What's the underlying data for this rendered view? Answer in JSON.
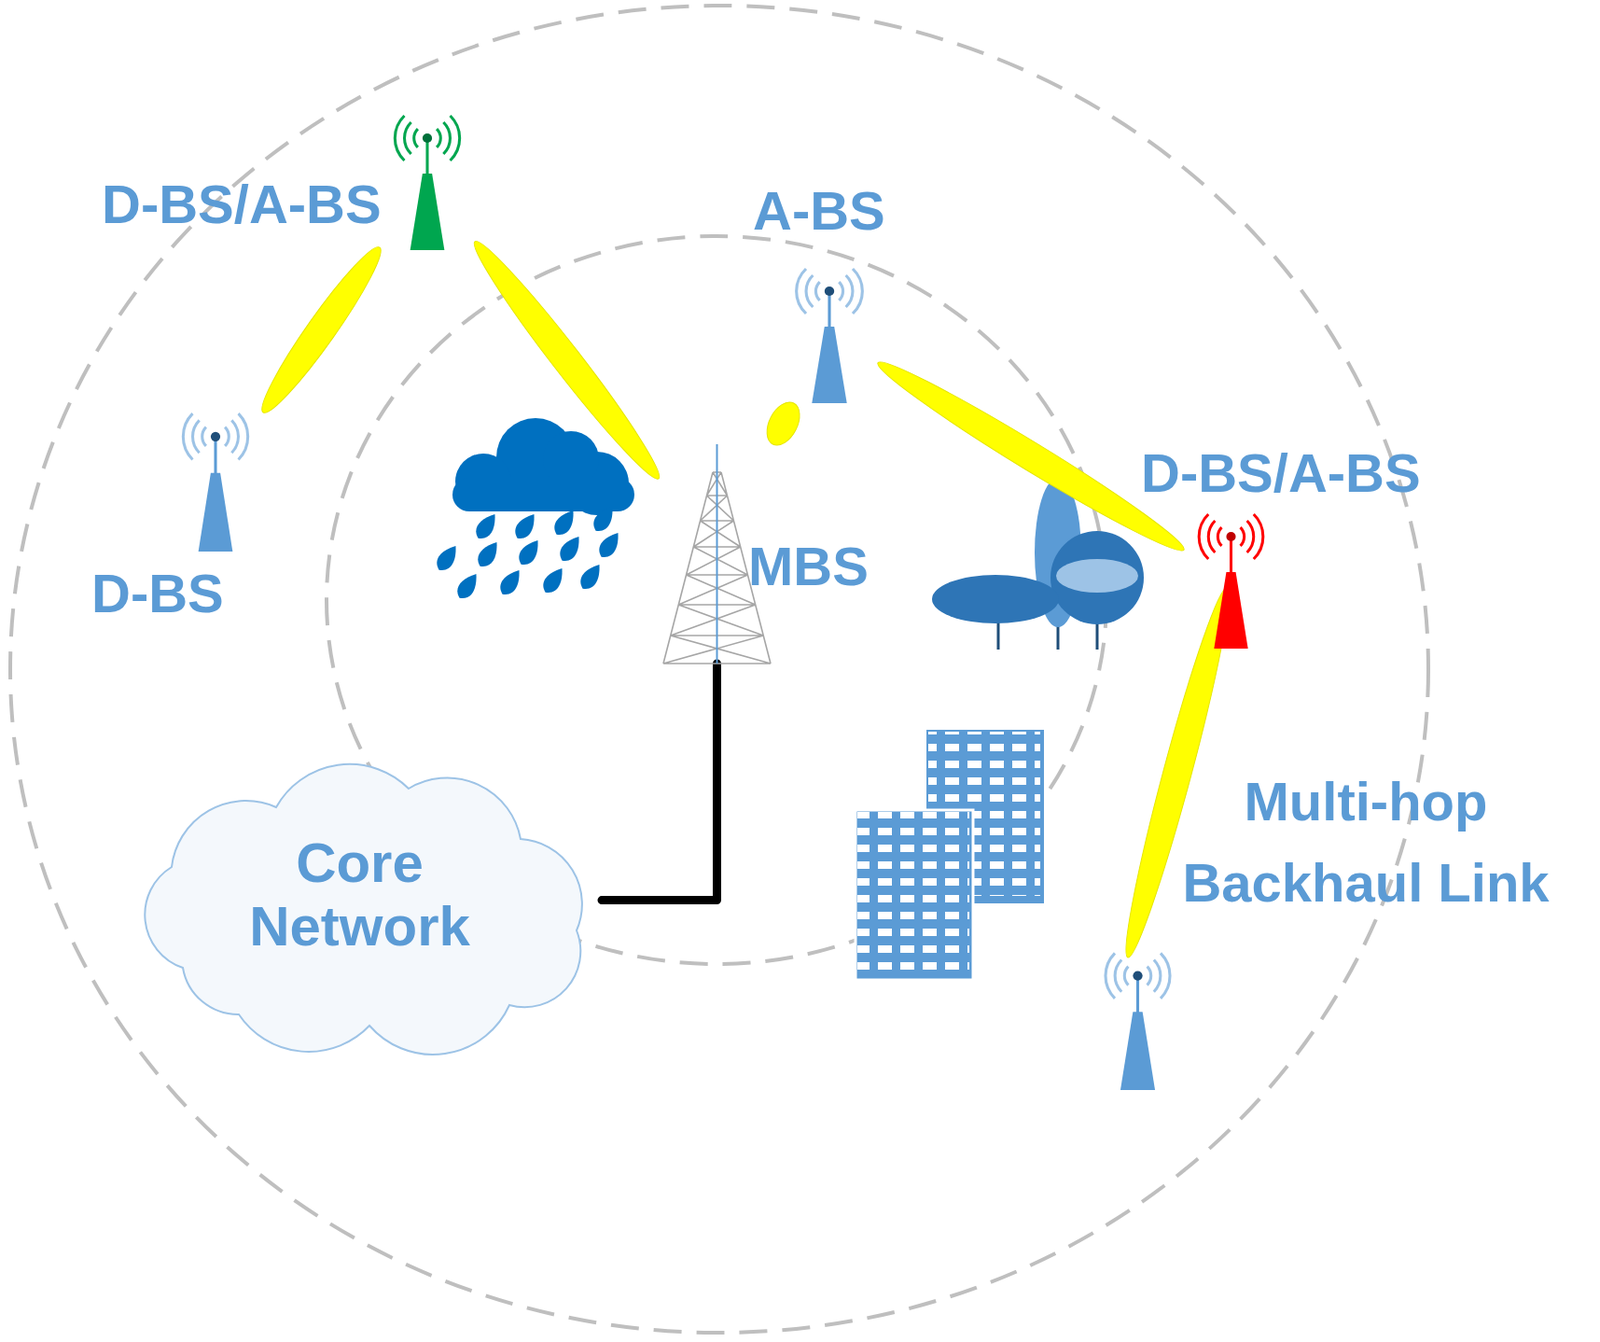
{
  "diagram": {
    "nodes": [
      {
        "text": [
          "D-BS/A-BS"
        ]
      },
      {
        "text": [
          "A-BS"
        ]
      },
      {
        "text": [
          "D-BS/A-BS"
        ]
      },
      {
        "text": [
          "MBS"
        ]
      },
      {
        "text": [
          "D-BS"
        ]
      },
      {
        "text": [
          "Core Network"
        ]
      }
    ],
    "edges": [
      {
        "from": 0,
        "to": 4,
        "arrow": "none"
      },
      {
        "from": 0,
        "to": 3,
        "arrow": "none"
      },
      {
        "from": 3,
        "to": 1,
        "arrow": "none"
      },
      {
        "from": 1,
        "to": 2,
        "arrow": "none"
      },
      {
        "from": 3,
        "to": 5,
        "arrow": "none"
      }
    ],
    "labels": [
      "Multi-hop Backhaul Link"
    ]
  }
}
